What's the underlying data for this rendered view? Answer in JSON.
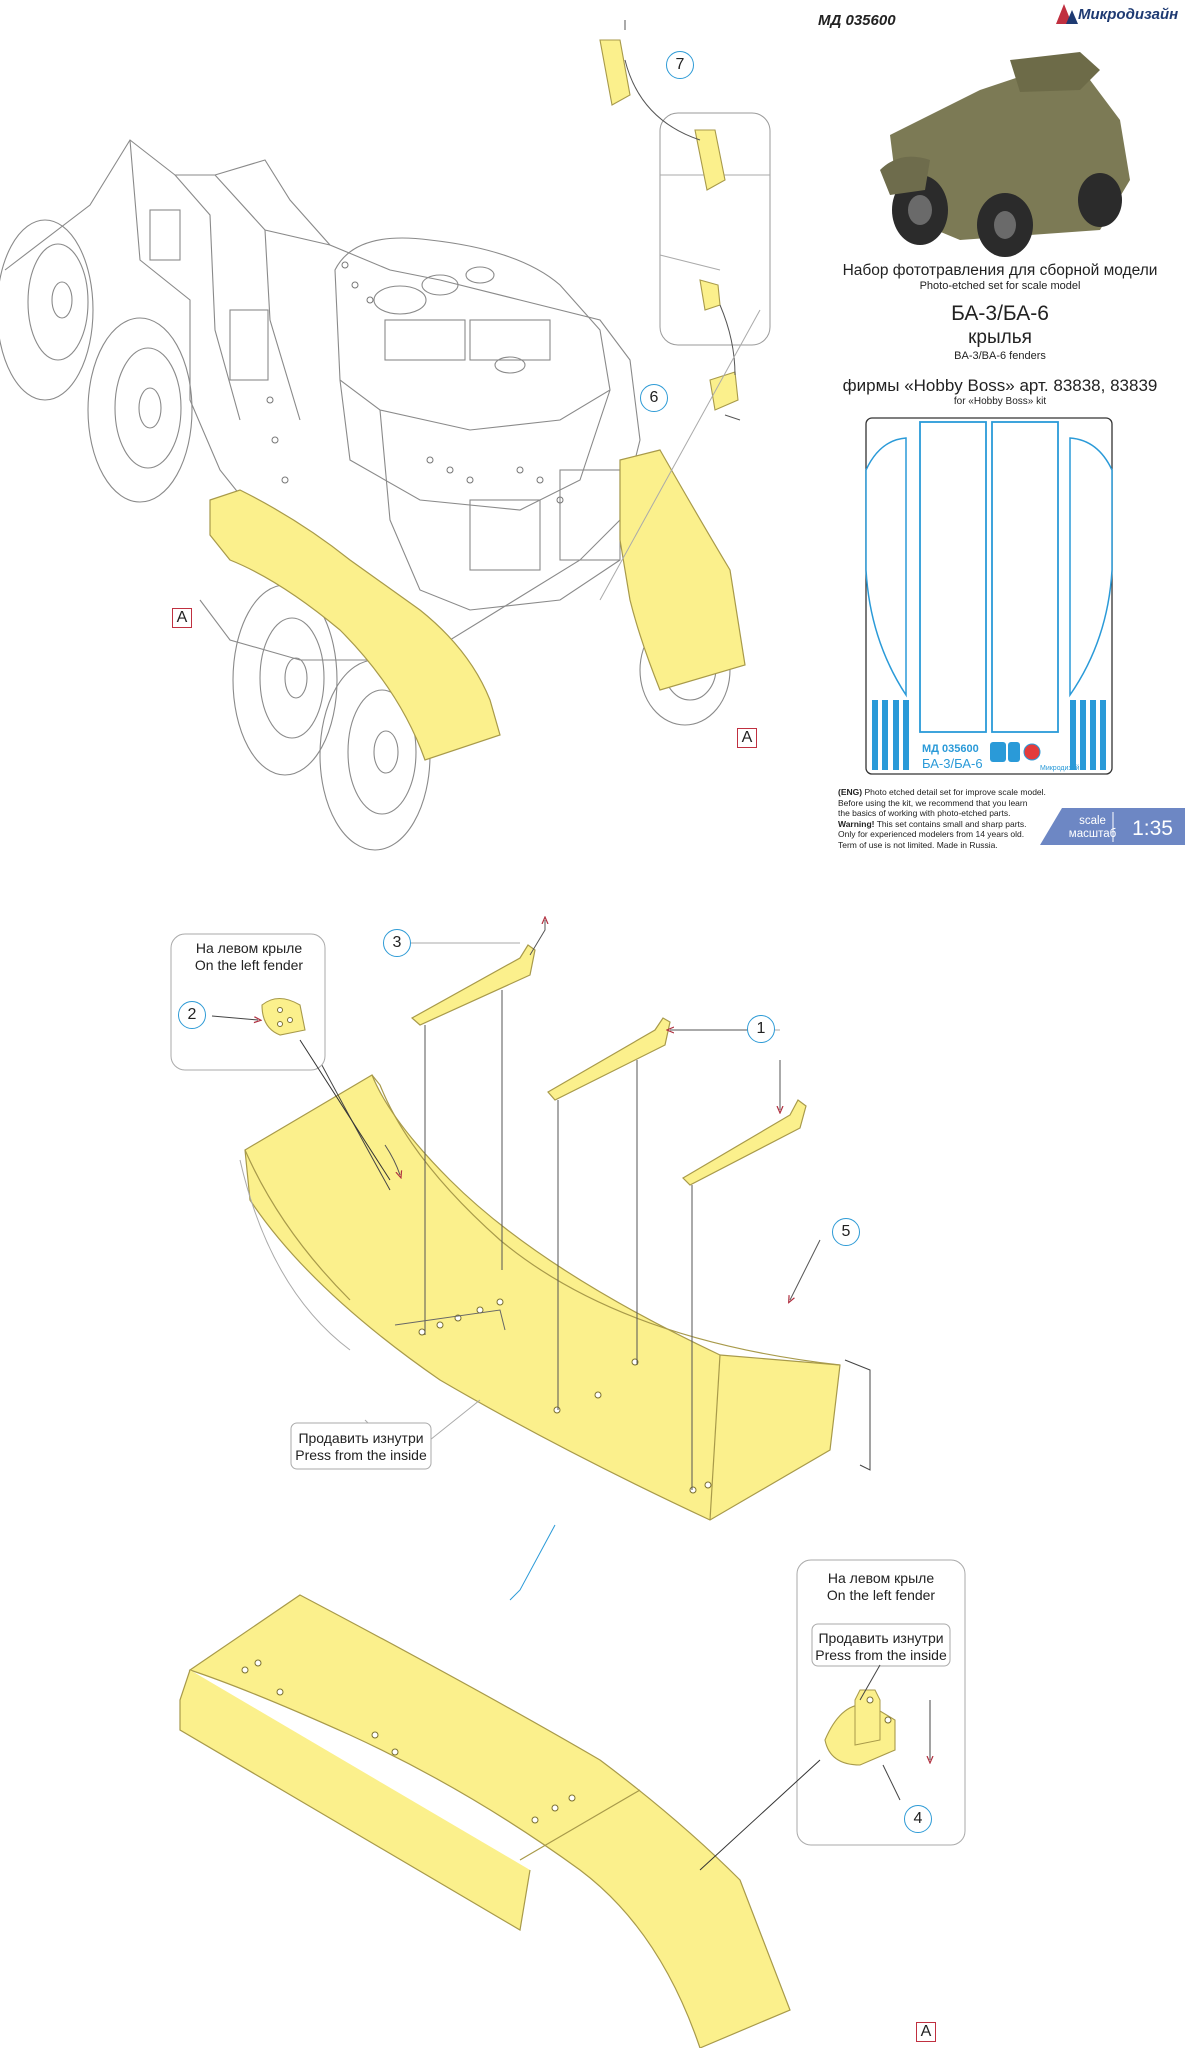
{
  "header": {
    "code": "МД 035600",
    "brand": "Микродизайн"
  },
  "info": {
    "title_ru": "Набор фототравления для сборной модели",
    "title_en": "Photo-etched set for scale model",
    "model_ru": "БА-3/БА-6",
    "subject_ru": "крылья",
    "subject_en": "BA-3/BA-6 fenders",
    "kit_ru": "фирмы «Hobby Boss» арт. 83838, 83839",
    "kit_en": "for «Hobby Boss» kit",
    "fret_code": "МД 035600",
    "fret_model": "БА-3/БА-6",
    "fret_brand": "Микродизайн",
    "notes": {
      "eng_tag": "(ENG)",
      "line1": "Photo etched detail set for improve scale model.",
      "line2": "Before using the kit, we recommend that you learn",
      "line3": "the basics of working with photo-etched parts.",
      "warning_tag": "Warning!",
      "line4": "This set contains small and sharp parts.",
      "line5": "Only for experienced modelers from 14 years old.",
      "line6": "Term of use is not limited. Made in Russia."
    },
    "scale_label_en": "scale",
    "scale_label_ru": "масштаб",
    "scale_value": "1:35"
  },
  "callouts": {
    "c1": "1",
    "c2": "2",
    "c3": "3",
    "c4": "4",
    "c5": "5",
    "c6": "6",
    "c7": "7"
  },
  "letters": {
    "a1": "A",
    "a2": "A",
    "a3": "A"
  },
  "notes_boxes": {
    "left_fender_ru": "На левом крыле",
    "left_fender_en": "On the left fender",
    "press_ru": "Продавить изнутри",
    "press_en": "Press from the inside",
    "left_fender2_ru": "На левом крыле",
    "left_fender2_en": "On the left fender",
    "press2_ru": "Продавить изнутри",
    "press2_en": "Press from the inside"
  },
  "colors": {
    "part_fill": "#fbf08c",
    "part_stroke": "#a89a4a",
    "line_art": "#6d6d6d",
    "callout_ring": "#2e9bd6",
    "fret_blue": "#2a9ad8",
    "scale_band": "#6d87c4",
    "letter_box": "#c03040"
  }
}
